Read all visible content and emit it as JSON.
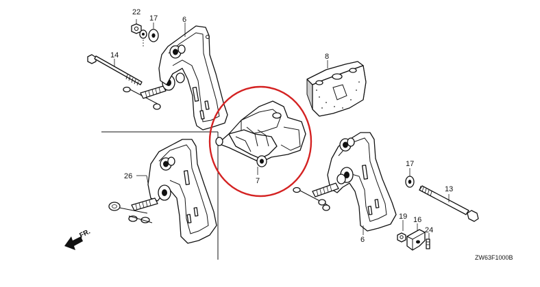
{
  "diagram": {
    "part_labels": {
      "p22": "22",
      "p17_top": "17",
      "p6_top": "6",
      "p14": "14",
      "p8": "8",
      "p7": "7",
      "p26": "26",
      "p17_right": "17",
      "p13": "13",
      "p19": "19",
      "p16": "16",
      "p24": "24",
      "p6_bottom": "6"
    },
    "direction_label": "FR.",
    "drawing_code": "ZW63F1000B",
    "highlight_color": "#d42222"
  }
}
